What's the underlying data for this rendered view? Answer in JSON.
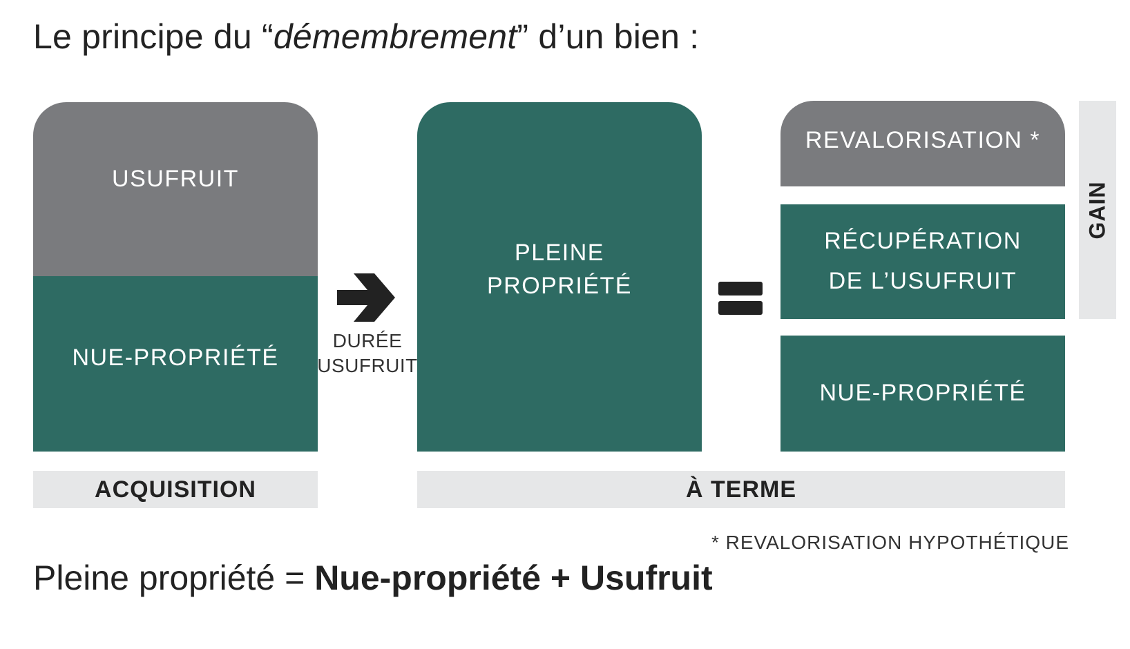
{
  "title": {
    "before": "Le principe du “",
    "italic": "démembrement",
    "after": "” d’un bien :"
  },
  "left_block": {
    "top_label": "USUFRUIT",
    "bottom_label": "NUE-PROPRIÉTÉ",
    "caption": "ACQUISITION"
  },
  "arrow": {
    "line1": "DURÉE",
    "line2": "USUFRUIT"
  },
  "middle_block": {
    "line1": "PLEINE",
    "line2": "PROPRIÉTÉ"
  },
  "right_block": {
    "revalorisation": "REVALORISATION *",
    "recuperation_line1": "RÉCUPÉRATION",
    "recuperation_line2": "DE L’USUFRUIT",
    "nue": "NUE-PROPRIÉTÉ",
    "gain": "GAIN"
  },
  "terme_caption": "À TERME",
  "footnote": "* REVALORISATION HYPOTHÉTIQUE",
  "formula": {
    "lhs": "Pleine propriété = ",
    "rhs": "Nue-propriété + Usufruit"
  },
  "colors": {
    "green": "#2e6b63",
    "gray": "#7a7b7e",
    "label_bg": "#e6e7e8"
  }
}
